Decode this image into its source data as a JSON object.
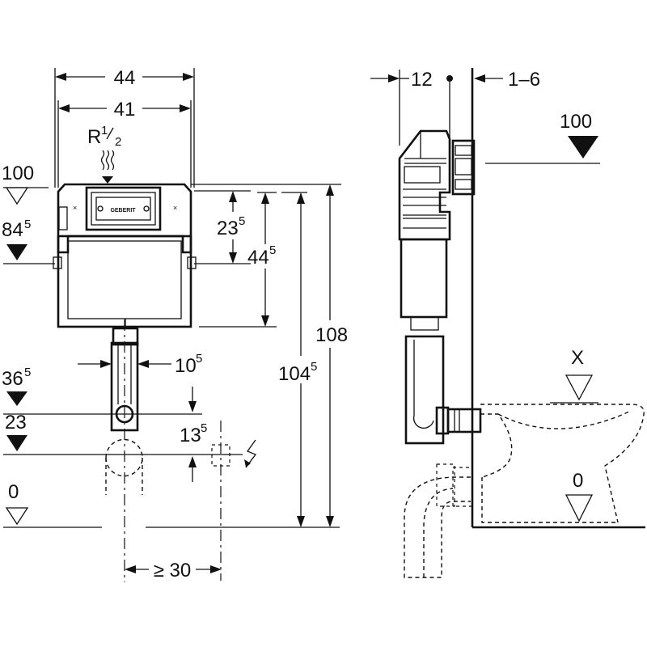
{
  "dimensions": {
    "width_outer": "44",
    "width_inner": "41",
    "thread_main": "R",
    "thread_num": "1",
    "thread_den": "2",
    "pipe_diameter_main": "10",
    "pipe_diameter_sup": "5",
    "upper_offset_main": "23",
    "upper_offset_sup": "5",
    "cistern_height_main": "44",
    "cistern_height_sup": "5",
    "total_height_main": "104",
    "total_height_sup": "5",
    "overall_height": "108",
    "power_offset_main": "13",
    "power_offset_sup": "5",
    "min_distance": "≥ 30",
    "depth": "12",
    "wall_gap": "1–6"
  },
  "levels": {
    "top_main": "100",
    "button_main": "84",
    "button_sup": "5",
    "outlet_main": "36",
    "outlet_sup": "5",
    "drain": "23",
    "floor": "0",
    "side_top": "100",
    "side_bowl": "X",
    "side_floor": "0"
  },
  "brand": "GEBERIT",
  "icons": [
    "water-supply-icon",
    "electric-bolt-icon"
  ]
}
